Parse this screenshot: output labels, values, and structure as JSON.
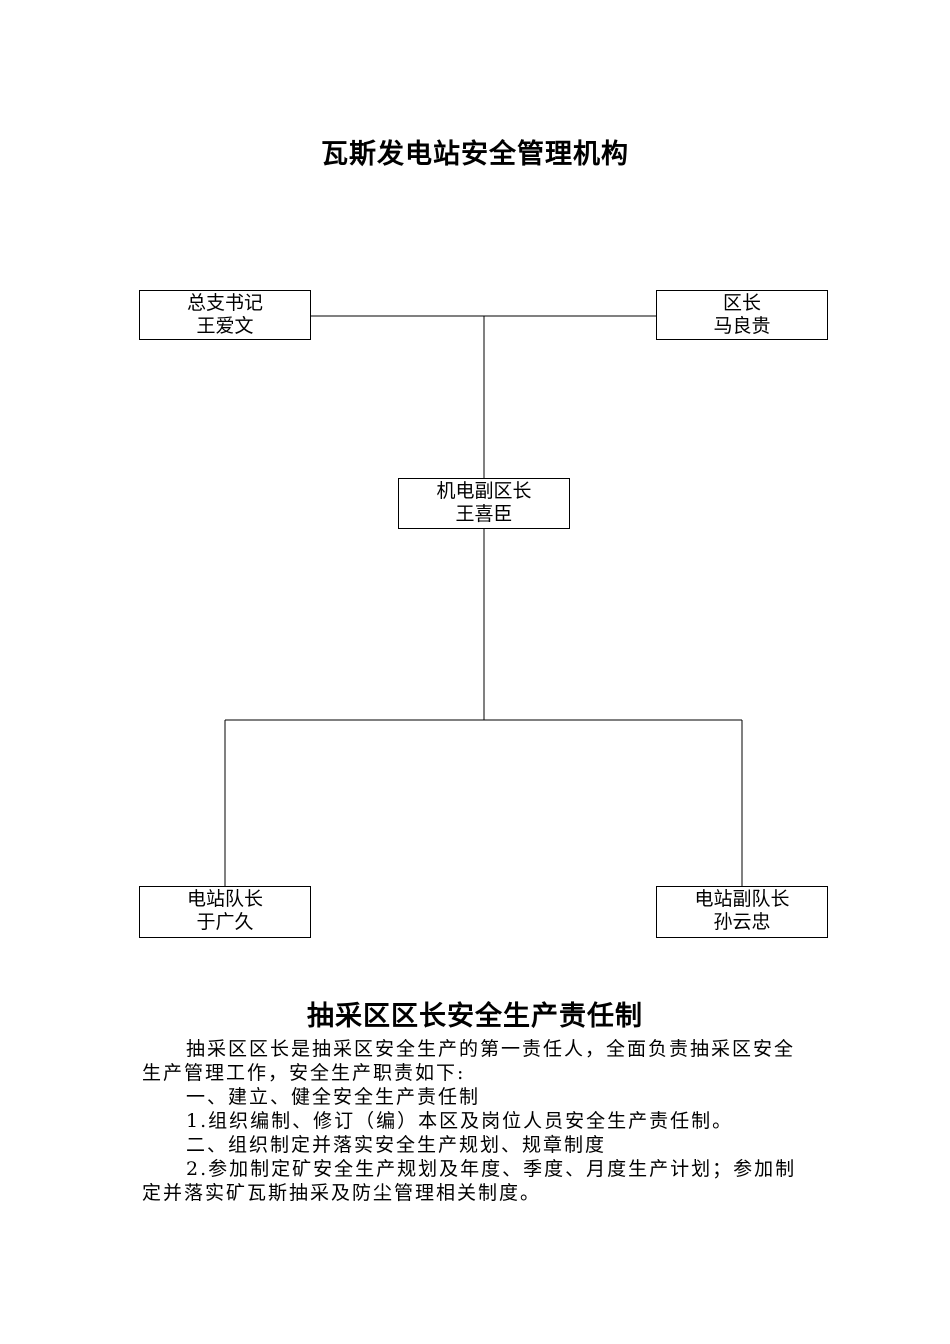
{
  "document": {
    "title": "瓦斯发电站安全管理机构"
  },
  "org_chart": {
    "secretary": {
      "role": "总支书记",
      "name": "王爱文"
    },
    "district_head": {
      "role": "区长",
      "name": "马良贵"
    },
    "deputy_head": {
      "role": "机电副区长",
      "name": "王喜臣"
    },
    "station_captain": {
      "role": "电站队长",
      "name": "于广久"
    },
    "station_vice_captain": {
      "role": "电站副队长",
      "name": "孙云忠"
    }
  },
  "section": {
    "title": "抽采区区长安全生产责任制",
    "paragraphs": [
      "抽采区区长是抽采区安全生产的第一责任人，全面负责抽采区安全生产管理工作，安全生产职责如下:",
      "一、建立、健全安全生产责任制",
      "1.组织编制、修订（编）本区及岗位人员安全生产责任制。",
      "二、组织制定并落实安全生产规划、规章制度",
      "2.参加制定矿安全生产规划及年度、季度、月度生产计划；参加制定并落实矿瓦斯抽采及防尘管理相关制度。"
    ]
  }
}
